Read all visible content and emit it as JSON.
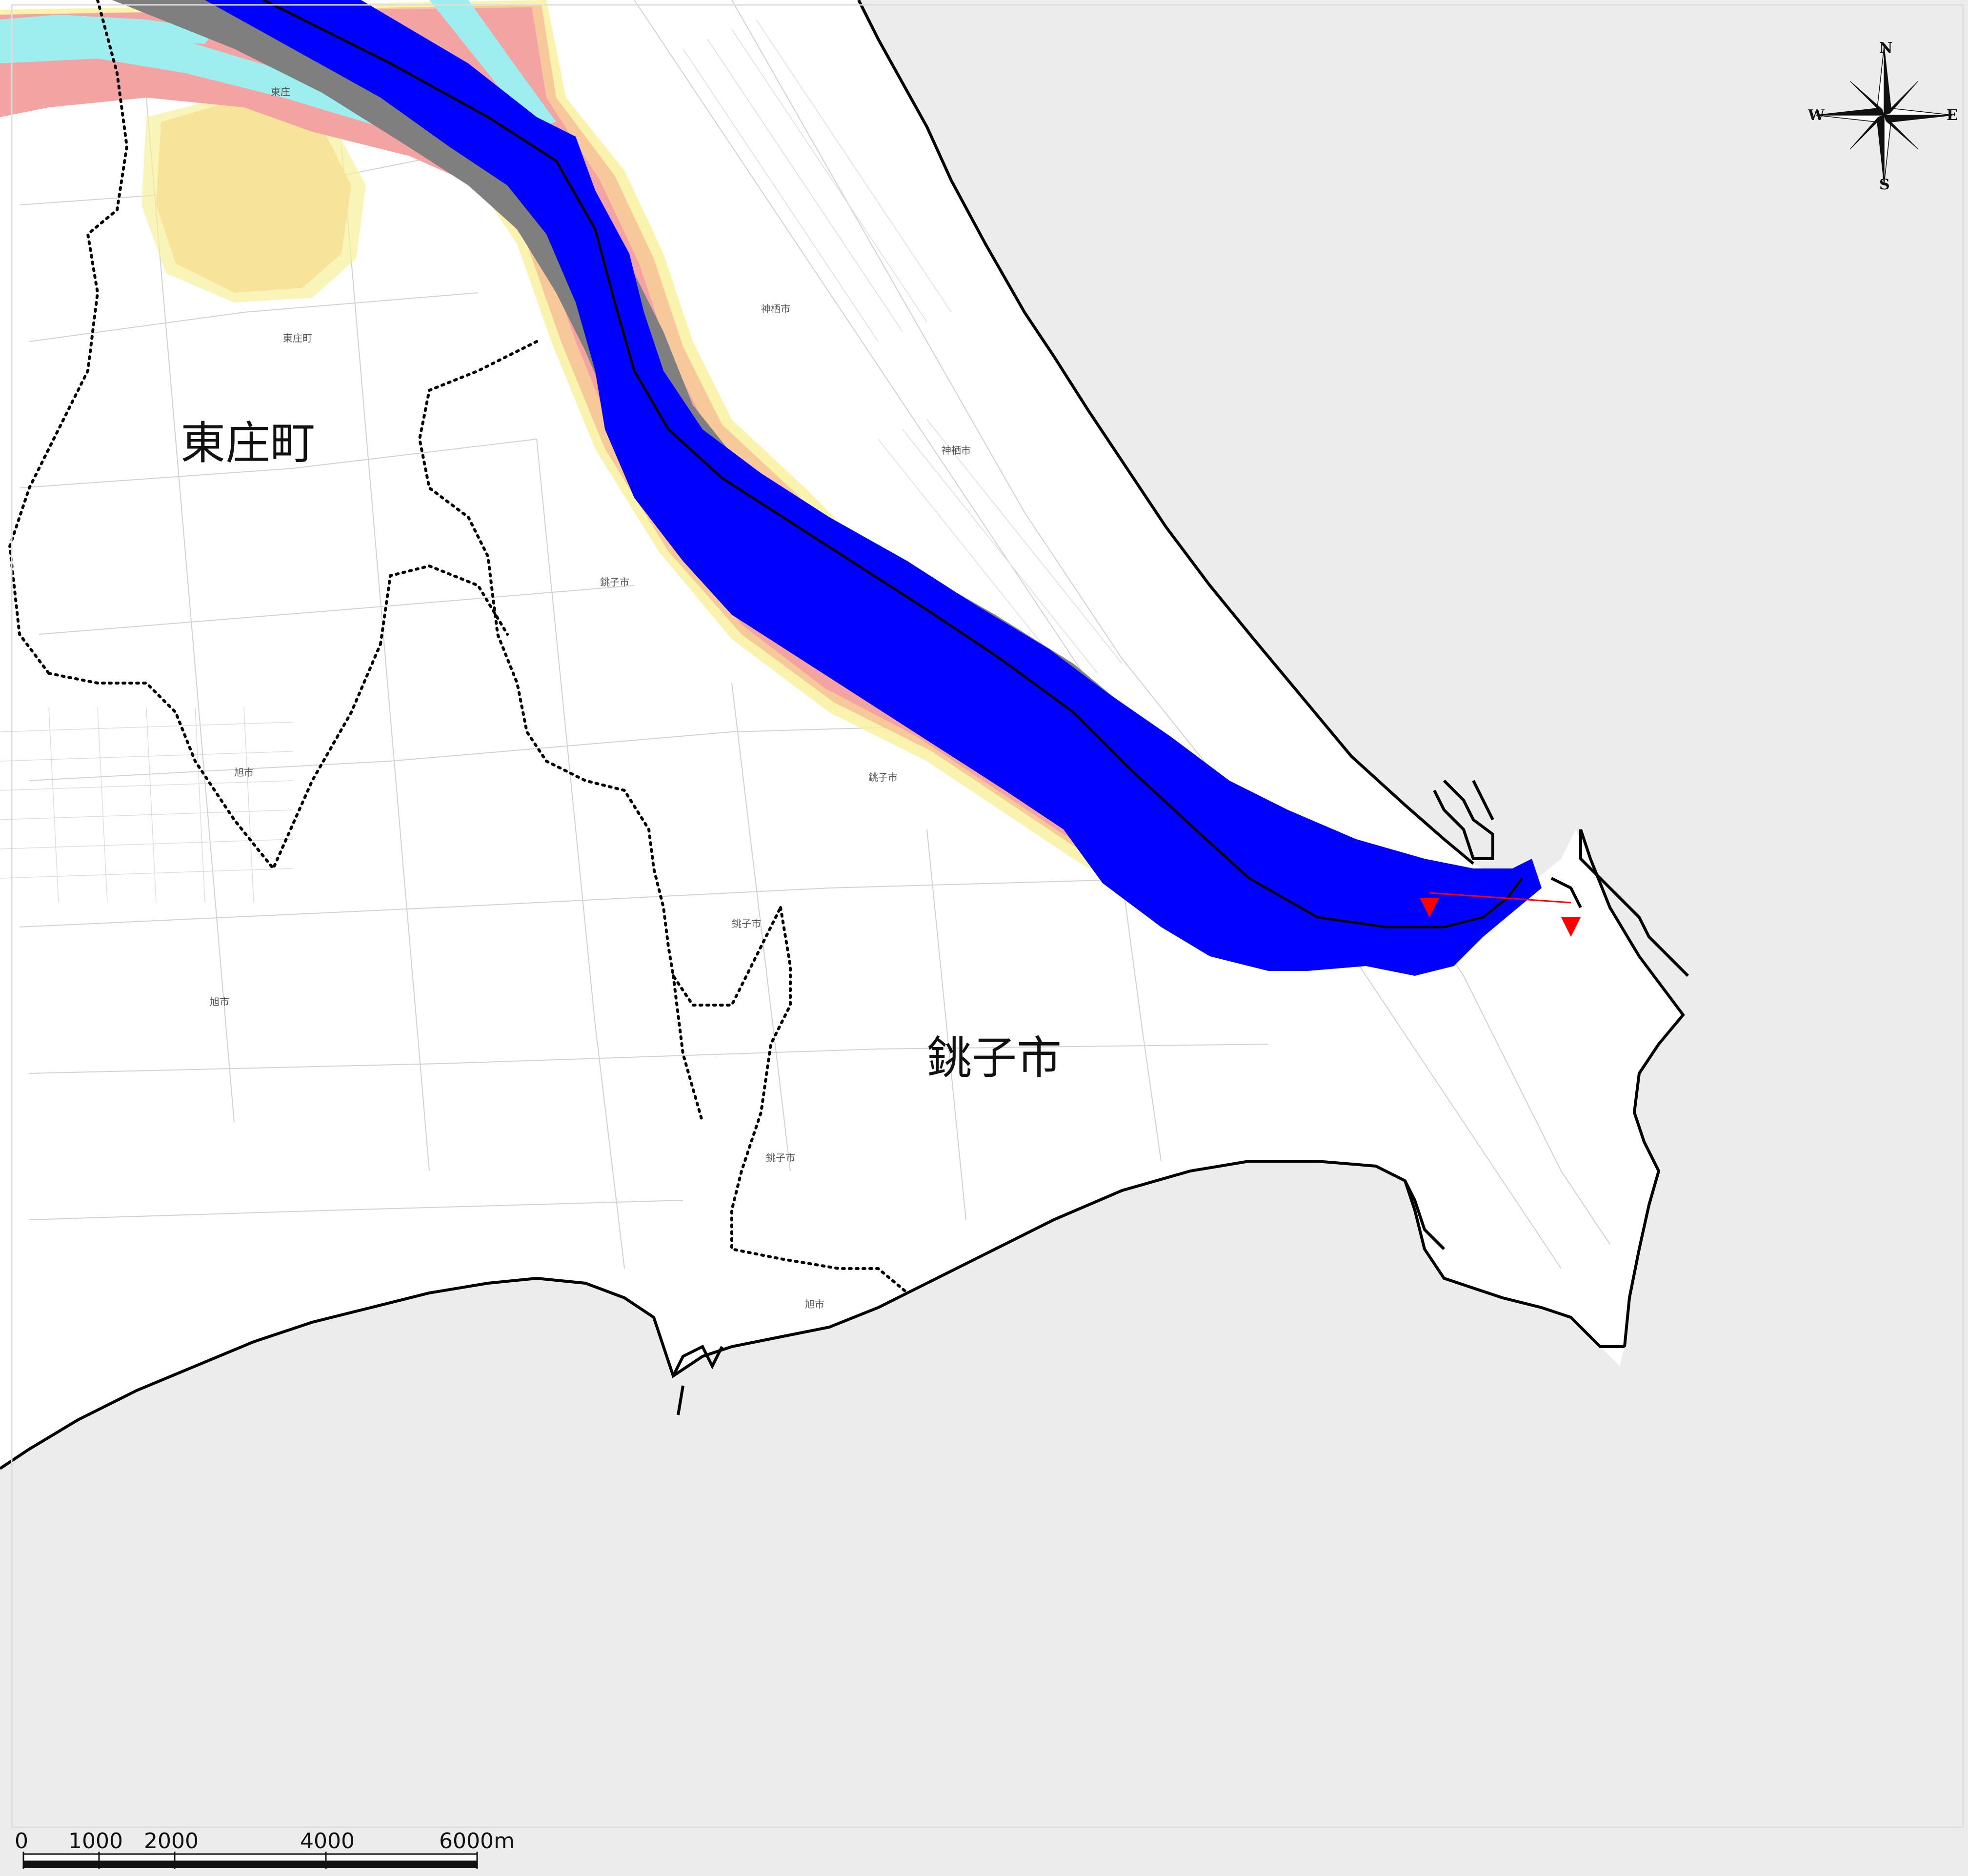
{
  "map": {
    "place_labels": {
      "higashi_town": "東庄町",
      "choshi_city": "銚子市"
    },
    "minor_labels": {
      "higashi_small": "東庄",
      "higashi_town_small": "東庄町",
      "choshi_small_1": "銚子市",
      "choshi_small_2": "銚子市",
      "choshi_small_3": "銚子市",
      "choshi_small_4": "銚子市",
      "kamisu_small_1": "神栖市",
      "kamisu_small_2": "神栖市",
      "asahi_small_1": "旭市",
      "asahi_small_2": "旭市",
      "asahi_small_3": "旭市"
    },
    "colors": {
      "sea": "#ececec",
      "land": "#ffffff",
      "river_channel": "#0000ff",
      "river_shadow": "#7f7f7f",
      "flood_pink": "#f4a3a3",
      "flood_orange": "#f7c89a",
      "flood_yellow": "#f7f09a",
      "tributary": "#9eeeef",
      "coastline": "#000000",
      "boundary": "#000000",
      "marker": "#ff0000"
    }
  },
  "compass": {
    "north": "N",
    "south": "S",
    "east": "E",
    "west": "W"
  },
  "scale_bar": {
    "ticks": [
      "0",
      "1000",
      "2000",
      "4000",
      "6000m"
    ]
  }
}
